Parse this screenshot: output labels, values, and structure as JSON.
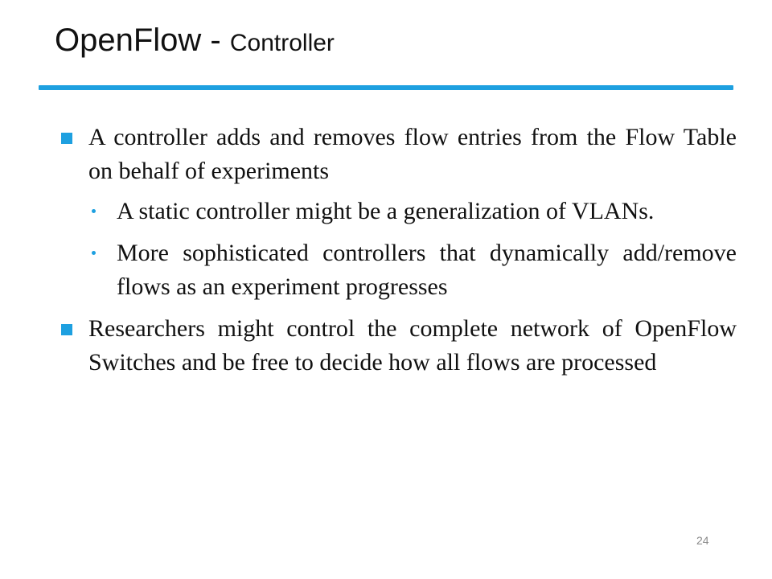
{
  "slide": {
    "title_main": "OpenFlow",
    "title_sep": " - ",
    "title_sub": "Controller",
    "accent_color": "#1ea0e0",
    "page_number": "24"
  },
  "bullets": [
    {
      "text": "A controller adds and removes flow entries from the Flow Table on behalf of experiments",
      "sub": [
        {
          "text": "A static controller might be a generalization of VLANs."
        },
        {
          "text": "More sophisticated controllers that dynamically add/remove flows as an experiment progresses"
        }
      ]
    },
    {
      "text": "Researchers might control the complete network of OpenFlow Switches and be free to decide how all flows are processed"
    }
  ]
}
